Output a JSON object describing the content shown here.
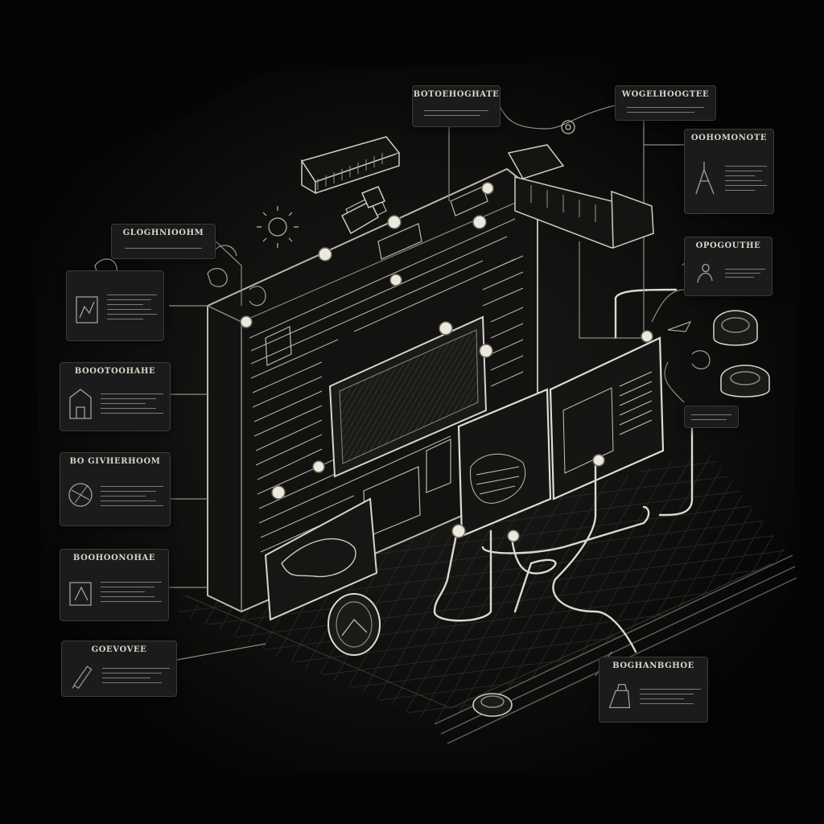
{
  "callouts": {
    "top_center": {
      "label": "BOTOEHOGHATE"
    },
    "top_right": {
      "label": "WOGELHOOGTEE"
    },
    "right_upper": {
      "label": "OOHOMONOTE"
    },
    "right_middle": {
      "label": "OPOGOUTHE"
    },
    "left_upper": {
      "label": "GLOGHNIOOHM"
    },
    "left_2": {
      "label": "BOOOTOOHAHE"
    },
    "left_3": {
      "label": "BO GIVHERHOOM"
    },
    "left_4": {
      "label": "BOOHOONOHAE"
    },
    "left_5": {
      "label": "GOEVOVEE"
    },
    "bottom_right": {
      "label": "BOGHANBGHOE"
    }
  },
  "icons": [
    "sun-icon",
    "gear-icon",
    "globe-icon",
    "plug-icon",
    "coin-stack-icon"
  ],
  "colors": {
    "background": "#060606",
    "panel": "#1b1b1b",
    "line": "#d6d2c6",
    "dim_line": "#6f6d66",
    "node": "#e6e2d6"
  }
}
